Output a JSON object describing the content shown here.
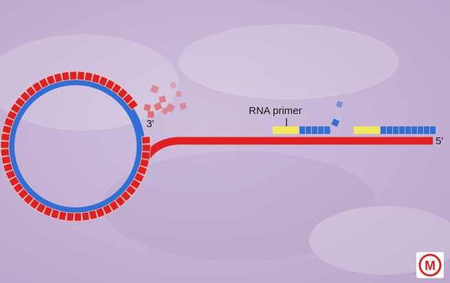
{
  "labels": {
    "primer": "RNA primer",
    "three_prime": "3'",
    "five_prime": "5'"
  },
  "colors": {
    "background": "#c8b8d6",
    "strand_red": "#e02020",
    "strand_blue": "#2f6fd6",
    "primer_yellow": "#f2ea5c",
    "logo_red": "#d9231f"
  },
  "logo": {
    "letter": "M",
    "icon": "m-logo-icon"
  }
}
